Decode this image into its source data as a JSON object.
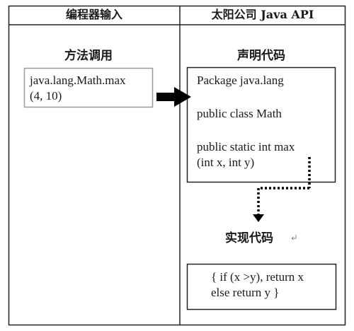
{
  "left_panel": {
    "header": "编程器输入",
    "section_title": "方法调用",
    "call_code": [
      "java.lang.Math.max",
      "(4, 10)"
    ]
  },
  "right_panel": {
    "header": "太阳公司 Java API",
    "declaration_title": "声明代码",
    "declaration_lines": {
      "package": "Package java.lang",
      "class": "public class Math",
      "method": [
        "public static int max",
        "(int x, int y)"
      ]
    },
    "implementation_title": "实现代码",
    "implementation_code": [
      "{ if (x >y), return x",
      "else return y }"
    ]
  }
}
